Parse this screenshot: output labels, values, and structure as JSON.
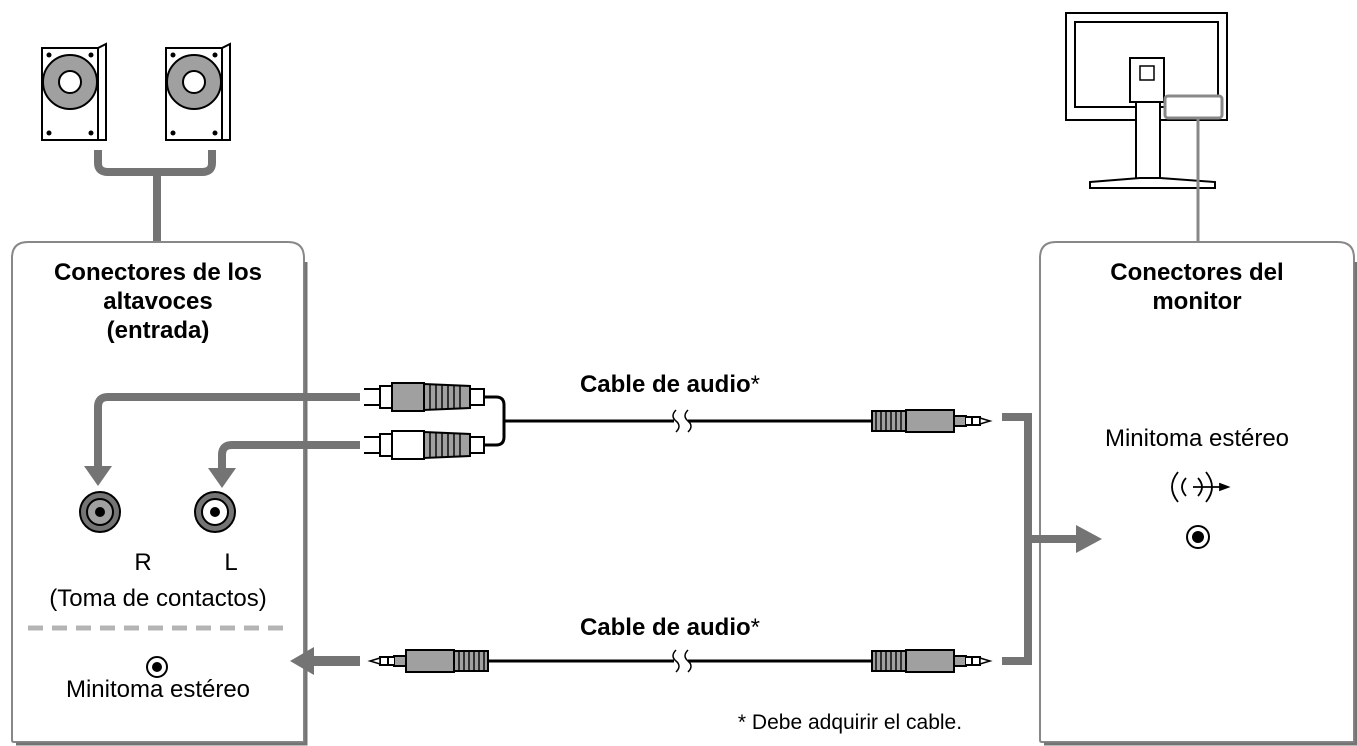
{
  "speakers": {
    "title_lines": [
      "Conectores de los",
      "altavoces",
      "(entrada)"
    ],
    "channel_r": "R",
    "channel_l": "L",
    "rca_caption": "(Toma de contactos)",
    "mini_caption": "Minitoma estéreo"
  },
  "monitor": {
    "title_lines": [
      "Conectores del",
      "monitor"
    ],
    "mini_caption": "Minitoma estéreo",
    "audio_out_icon": "audio-output-icon"
  },
  "cables": {
    "rca_cable_label": "Cable de audio",
    "mini_cable_label": "Cable de audio",
    "asterisk": "*"
  },
  "footnote": "* Debe adquirir el cable.",
  "colors": {
    "arrow_gray": "#747474",
    "box_border": "#888888",
    "dashed_divider": "#b4b4b4",
    "plug_gray": "#a0a0a0"
  }
}
